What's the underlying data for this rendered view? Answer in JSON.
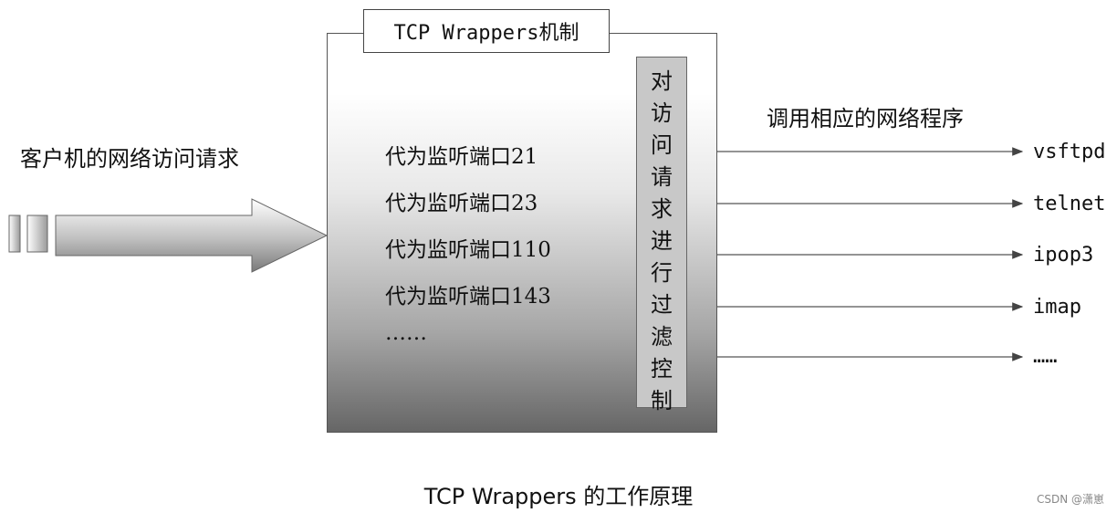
{
  "title": "TCP Wrappers机制",
  "client_request_label": "客户机的网络访问请求",
  "call_program_label": "调用相应的网络程序",
  "ports": [
    "代为监听端口21",
    "代为监听端口23",
    "代为监听端口110",
    "代为监听端口143",
    "……"
  ],
  "filter_chars": [
    "对",
    "访",
    "问",
    "请",
    "求",
    "进",
    "行",
    "过",
    "滤",
    "控",
    "制"
  ],
  "programs": [
    "vsftpd",
    "telnet",
    "ipop3",
    "imap",
    "……"
  ],
  "caption": "TCP Wrappers 的工作原理",
  "watermark": "CSDN @潇崽",
  "colors": {
    "box_top": "#ffffff",
    "box_bottom": "#666666",
    "filter_bar": "#c8c8c8",
    "arrow_line": "#555555"
  }
}
